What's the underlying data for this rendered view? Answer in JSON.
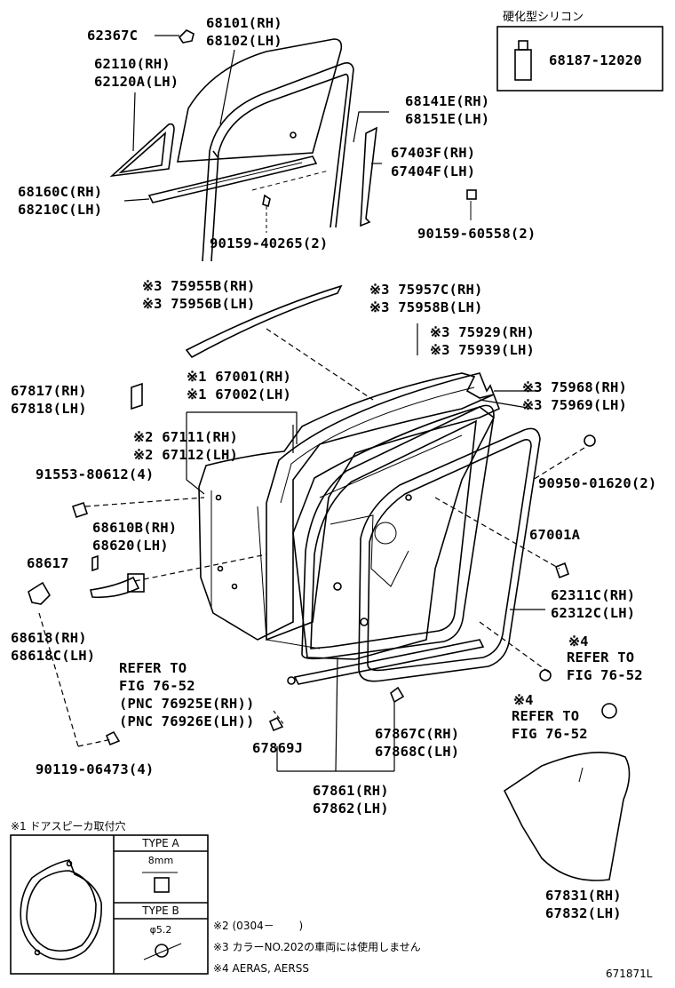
{
  "labels": {
    "p62367c": "62367C",
    "p68101": "68101(RH)",
    "p68102": "68102(LH)",
    "p62110": "62110(RH)",
    "p62120a": "62120A(LH)",
    "p68141e": "68141E(RH)",
    "p68151e": "68151E(LH)",
    "p67403f": "67403F(RH)",
    "p67404f": "67404F(LH)",
    "p68160c": "68160C(RH)",
    "p68210c": "68210C(LH)",
    "p90159_40265": "90159-40265(2)",
    "p90159_60558": "90159-60558(2)",
    "p75955b": "※3 75955B(RH)",
    "p75956b": "※3 75956B(LH)",
    "p75957c": "※3 75957C(RH)",
    "p75958b": "※3 75958B(LH)",
    "p75929": "※3 75929(RH)",
    "p75939": "※3 75939(LH)",
    "p67817": "67817(RH)",
    "p67818": "67818(LH)",
    "p67001": "※1 67001(RH)",
    "p67002": "※1 67002(LH)",
    "p75968": "※3 75968(RH)",
    "p75969": "※3 75969(LH)",
    "p67111": "※2 67111(RH)",
    "p67112": "※2 67112(LH)",
    "p91553": "91553-80612(4)",
    "p90950": "90950-01620(2)",
    "p68610b": "68610B(RH)",
    "p68620": "68620(LH)",
    "p67001a": "67001A",
    "p68617": "68617",
    "p62311c": "62311C(RH)",
    "p62312c": "62312C(LH)",
    "p68618": "68618(RH)",
    "p68618c": "68618C(LH)",
    "ref1a": "REFER TO",
    "ref1b": "FIG 76-52",
    "pnc1": "(PNC 76925E(RH))",
    "pnc2": "(PNC 76926E(LH))",
    "ref2n": "※4",
    "ref2a": "REFER TO",
    "ref2b": "FIG 76-52",
    "ref3n": "※4",
    "ref3a": "REFER TO",
    "ref3b": "FIG 76-52",
    "p67867c": "67867C(RH)",
    "p67868c": "67868C(LH)",
    "p67869j": "67869J",
    "p90119": "90119-06473(4)",
    "p67861": "67861(RH)",
    "p67862": "67862(LH)",
    "p67831": "67831(RH)",
    "p67832": "67832(LH)",
    "p68187": "68187-12020"
  },
  "silicone_title": "硬化型シリコン",
  "footnotes": {
    "n1": "※1 ドアスピーカ取付穴",
    "n2": "※2 (0304－　　 )",
    "n3": "※3 カラーNO.202の車両には使用しません",
    "n4": "※4 AERAS, AERSS"
  },
  "type_a": {
    "title": "TYPE A",
    "dim": "8mm"
  },
  "type_b": {
    "title": "TYPE B",
    "dim": "φ5.2"
  },
  "figure_id": "671871L"
}
